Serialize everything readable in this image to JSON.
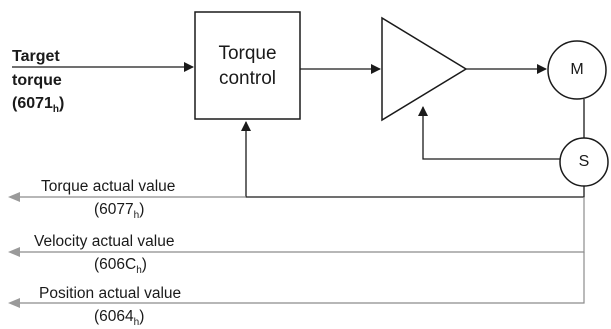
{
  "input": {
    "line1": "Target",
    "line2": "torque",
    "index": "6071",
    "sub": "h"
  },
  "controller": {
    "line1": "Torque",
    "line2": "control"
  },
  "motor": {
    "label": "M"
  },
  "sensor": {
    "label": "S"
  },
  "outputs": [
    {
      "name": "Torque actual value",
      "index": "6077",
      "sub": "h"
    },
    {
      "name": "Velocity actual value",
      "index": "606C",
      "sub": "h"
    },
    {
      "name": "Position actual value",
      "index": "6064",
      "sub": "h"
    }
  ],
  "colors": {
    "line": "#1a1a1a",
    "output_line": "#8c8c8c",
    "output_arrow": "#9a9a9a"
  }
}
